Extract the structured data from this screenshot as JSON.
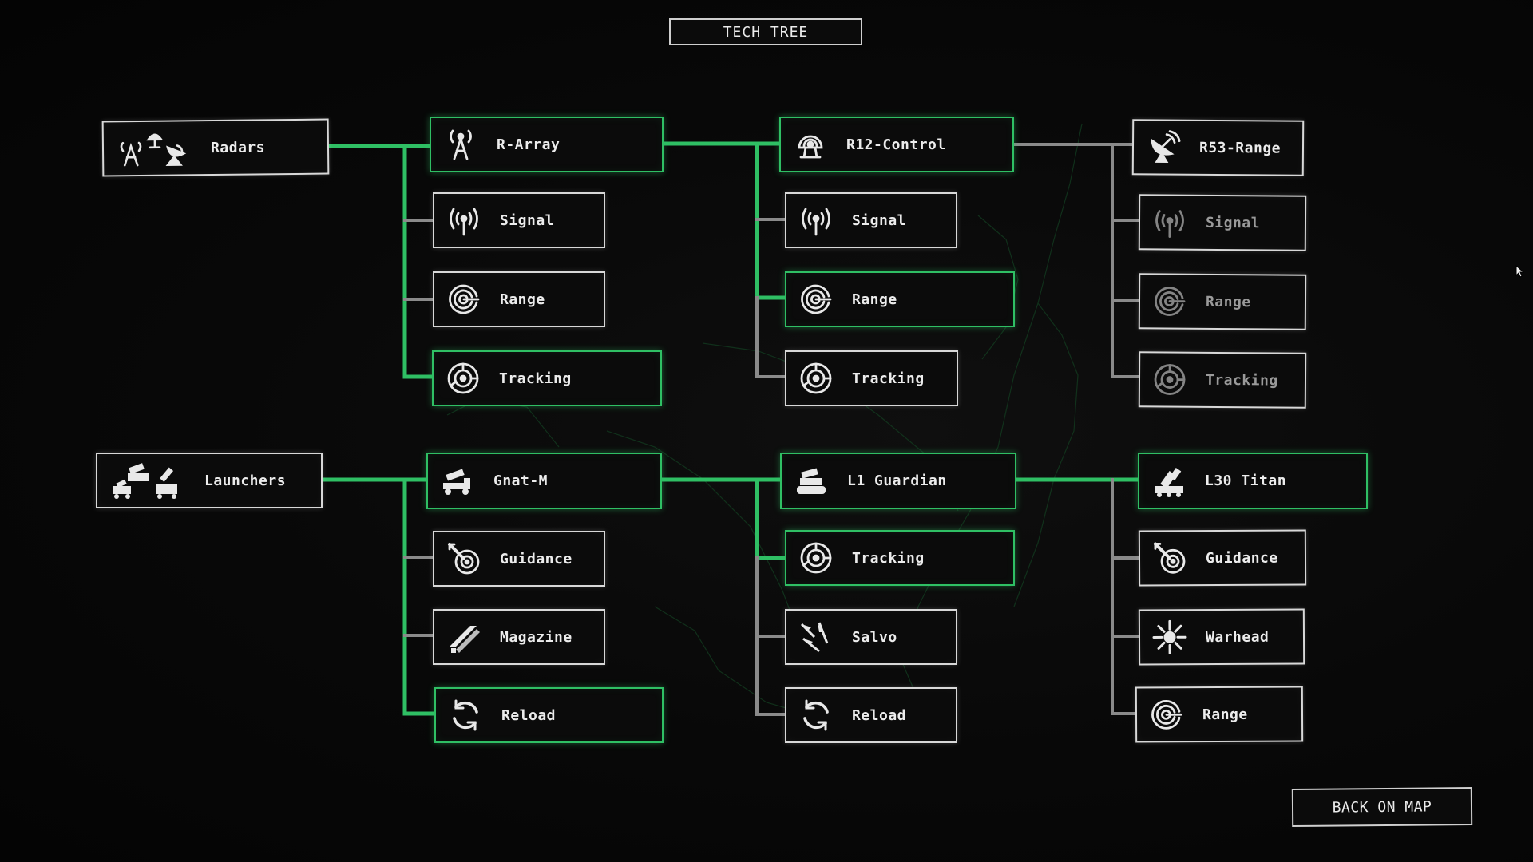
{
  "title": "TECH TREE",
  "back_button": "BACK ON MAP",
  "colors": {
    "active": "#2fbf64",
    "inactive": "#8a8a8a",
    "node_border": "#d8d8d8"
  },
  "radars": {
    "root": {
      "label": "Radars",
      "icon": "radar-group-icon"
    },
    "r_array": {
      "label": "R-Array",
      "icon": "antenna-tower-icon",
      "upgrades": [
        {
          "label": "Signal",
          "icon": "signal-icon"
        },
        {
          "label": "Range",
          "icon": "range-icon"
        },
        {
          "label": "Tracking",
          "icon": "tracking-icon"
        }
      ]
    },
    "r12_control": {
      "label": "R12-Control",
      "icon": "radar-dome-icon",
      "upgrades": [
        {
          "label": "Signal",
          "icon": "signal-icon"
        },
        {
          "label": "Range",
          "icon": "range-icon"
        },
        {
          "label": "Tracking",
          "icon": "tracking-icon"
        }
      ]
    },
    "r53_range": {
      "label": "R53-Range",
      "icon": "radar-dish-icon",
      "upgrades": [
        {
          "label": "Signal",
          "icon": "signal-icon"
        },
        {
          "label": "Range",
          "icon": "range-icon"
        },
        {
          "label": "Tracking",
          "icon": "tracking-icon"
        }
      ]
    }
  },
  "launchers": {
    "root": {
      "label": "Launchers",
      "icon": "launcher-group-icon"
    },
    "gnat_m": {
      "label": "Gnat-M",
      "icon": "truck-launcher-icon",
      "upgrades": [
        {
          "label": "Guidance",
          "icon": "guidance-icon"
        },
        {
          "label": "Magazine",
          "icon": "magazine-icon"
        },
        {
          "label": "Reload",
          "icon": "reload-icon"
        }
      ]
    },
    "l1_guardian": {
      "label": "L1 Guardian",
      "icon": "tank-launcher-icon",
      "upgrades": [
        {
          "label": "Tracking",
          "icon": "tracking-icon"
        },
        {
          "label": "Salvo",
          "icon": "salvo-icon"
        },
        {
          "label": "Reload",
          "icon": "reload-icon"
        }
      ]
    },
    "l30_titan": {
      "label": "L30 Titan",
      "icon": "heavy-launcher-icon",
      "upgrades": [
        {
          "label": "Guidance",
          "icon": "guidance-icon"
        },
        {
          "label": "Warhead",
          "icon": "warhead-icon"
        },
        {
          "label": "Range",
          "icon": "range-icon"
        }
      ]
    }
  }
}
